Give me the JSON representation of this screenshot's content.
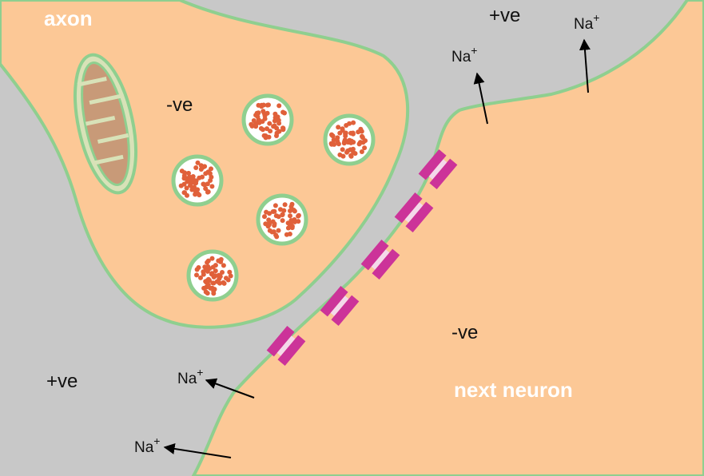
{
  "labels": {
    "axon": "axon",
    "next_neuron": "next neuron",
    "axon_inside_charge": "-ve",
    "neuron_inside_charge": "-ve",
    "outside_charge_top": "+ve",
    "outside_charge_left": "+ve"
  },
  "ions": [
    {
      "symbol": "Na",
      "charge": "+"
    },
    {
      "symbol": "Na",
      "charge": "+"
    },
    {
      "symbol": "Na",
      "charge": "+"
    },
    {
      "symbol": "Na",
      "charge": "+"
    }
  ],
  "colors": {
    "extracellular": "#c8c8c8",
    "cytoplasm": "#fcc896",
    "membrane": "#8fcf8f",
    "vesicle_fill": "#ffffff",
    "neurotransmitter": "#e0603a",
    "receptor": "#cc3399",
    "mitochondrion": "#c89a78",
    "arrow": "#000000"
  }
}
